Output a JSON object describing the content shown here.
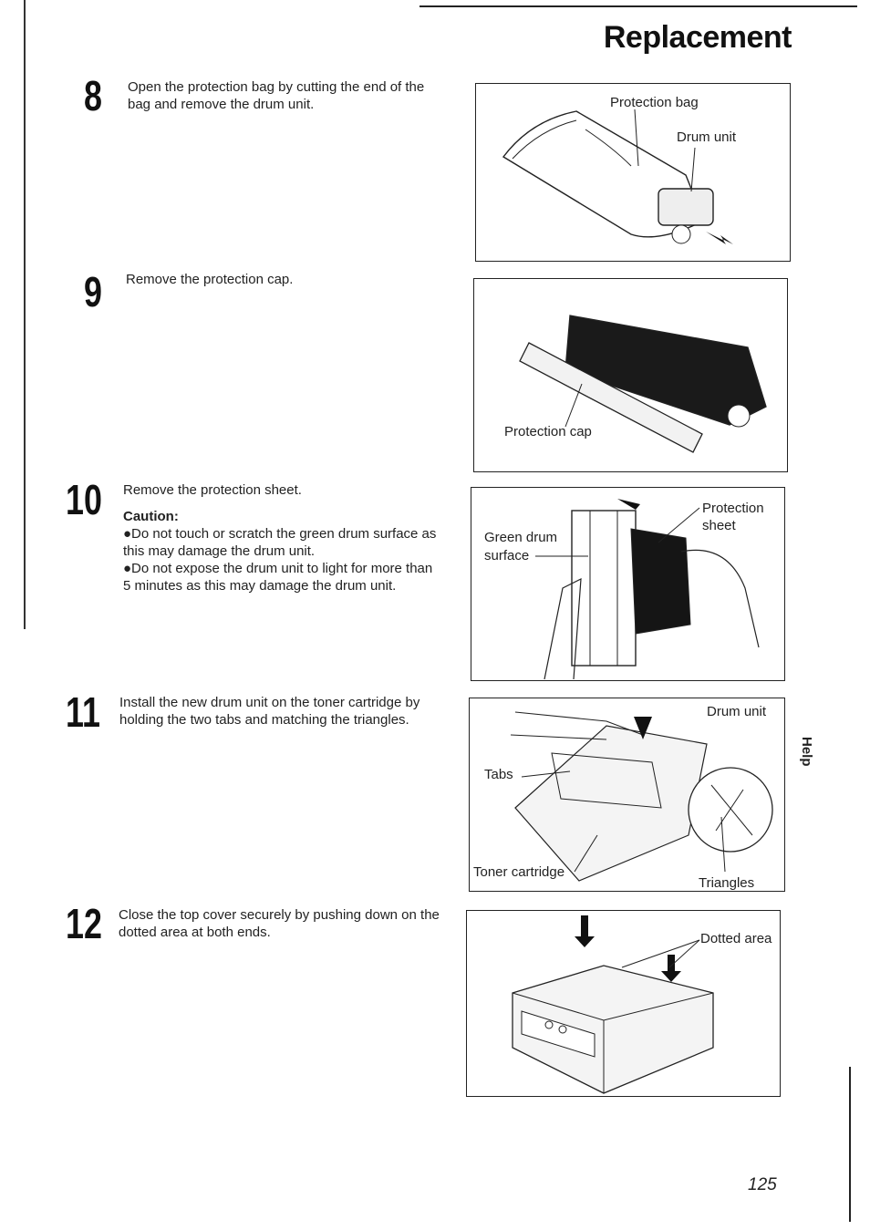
{
  "header": {
    "title": "Replacement"
  },
  "steps": [
    {
      "number": "8",
      "text": "Open the protection bag by cutting the end of the bag and remove the drum unit."
    },
    {
      "number": "9",
      "text": "Remove the protection cap."
    },
    {
      "number": "10",
      "text": "Remove the protection sheet.",
      "caution_title": "Caution:",
      "caution_items": [
        "●Do not touch or scratch the green drum surface as this may damage the drum unit.",
        "●Do not expose the drum unit to light for more than 5 minutes as this may damage the drum unit."
      ]
    },
    {
      "number": "11",
      "text": "Install the new drum unit on the toner cartridge by holding the two tabs and matching the triangles."
    },
    {
      "number": "12",
      "text": "Close the top cover securely by pushing down on the dotted area at both ends."
    }
  ],
  "figures": {
    "fig8": {
      "labels": [
        "Protection bag",
        "Drum unit"
      ]
    },
    "fig9": {
      "labels": [
        "Protection cap"
      ]
    },
    "fig10": {
      "labels": [
        "Green drum",
        "surface",
        "Protection",
        "sheet"
      ]
    },
    "fig11": {
      "labels": [
        "Drum unit",
        "Tabs",
        "Toner cartridge",
        "Triangles"
      ]
    },
    "fig12": {
      "labels": [
        "Dotted area"
      ]
    }
  },
  "side_tab": "Help",
  "page_number": "125"
}
